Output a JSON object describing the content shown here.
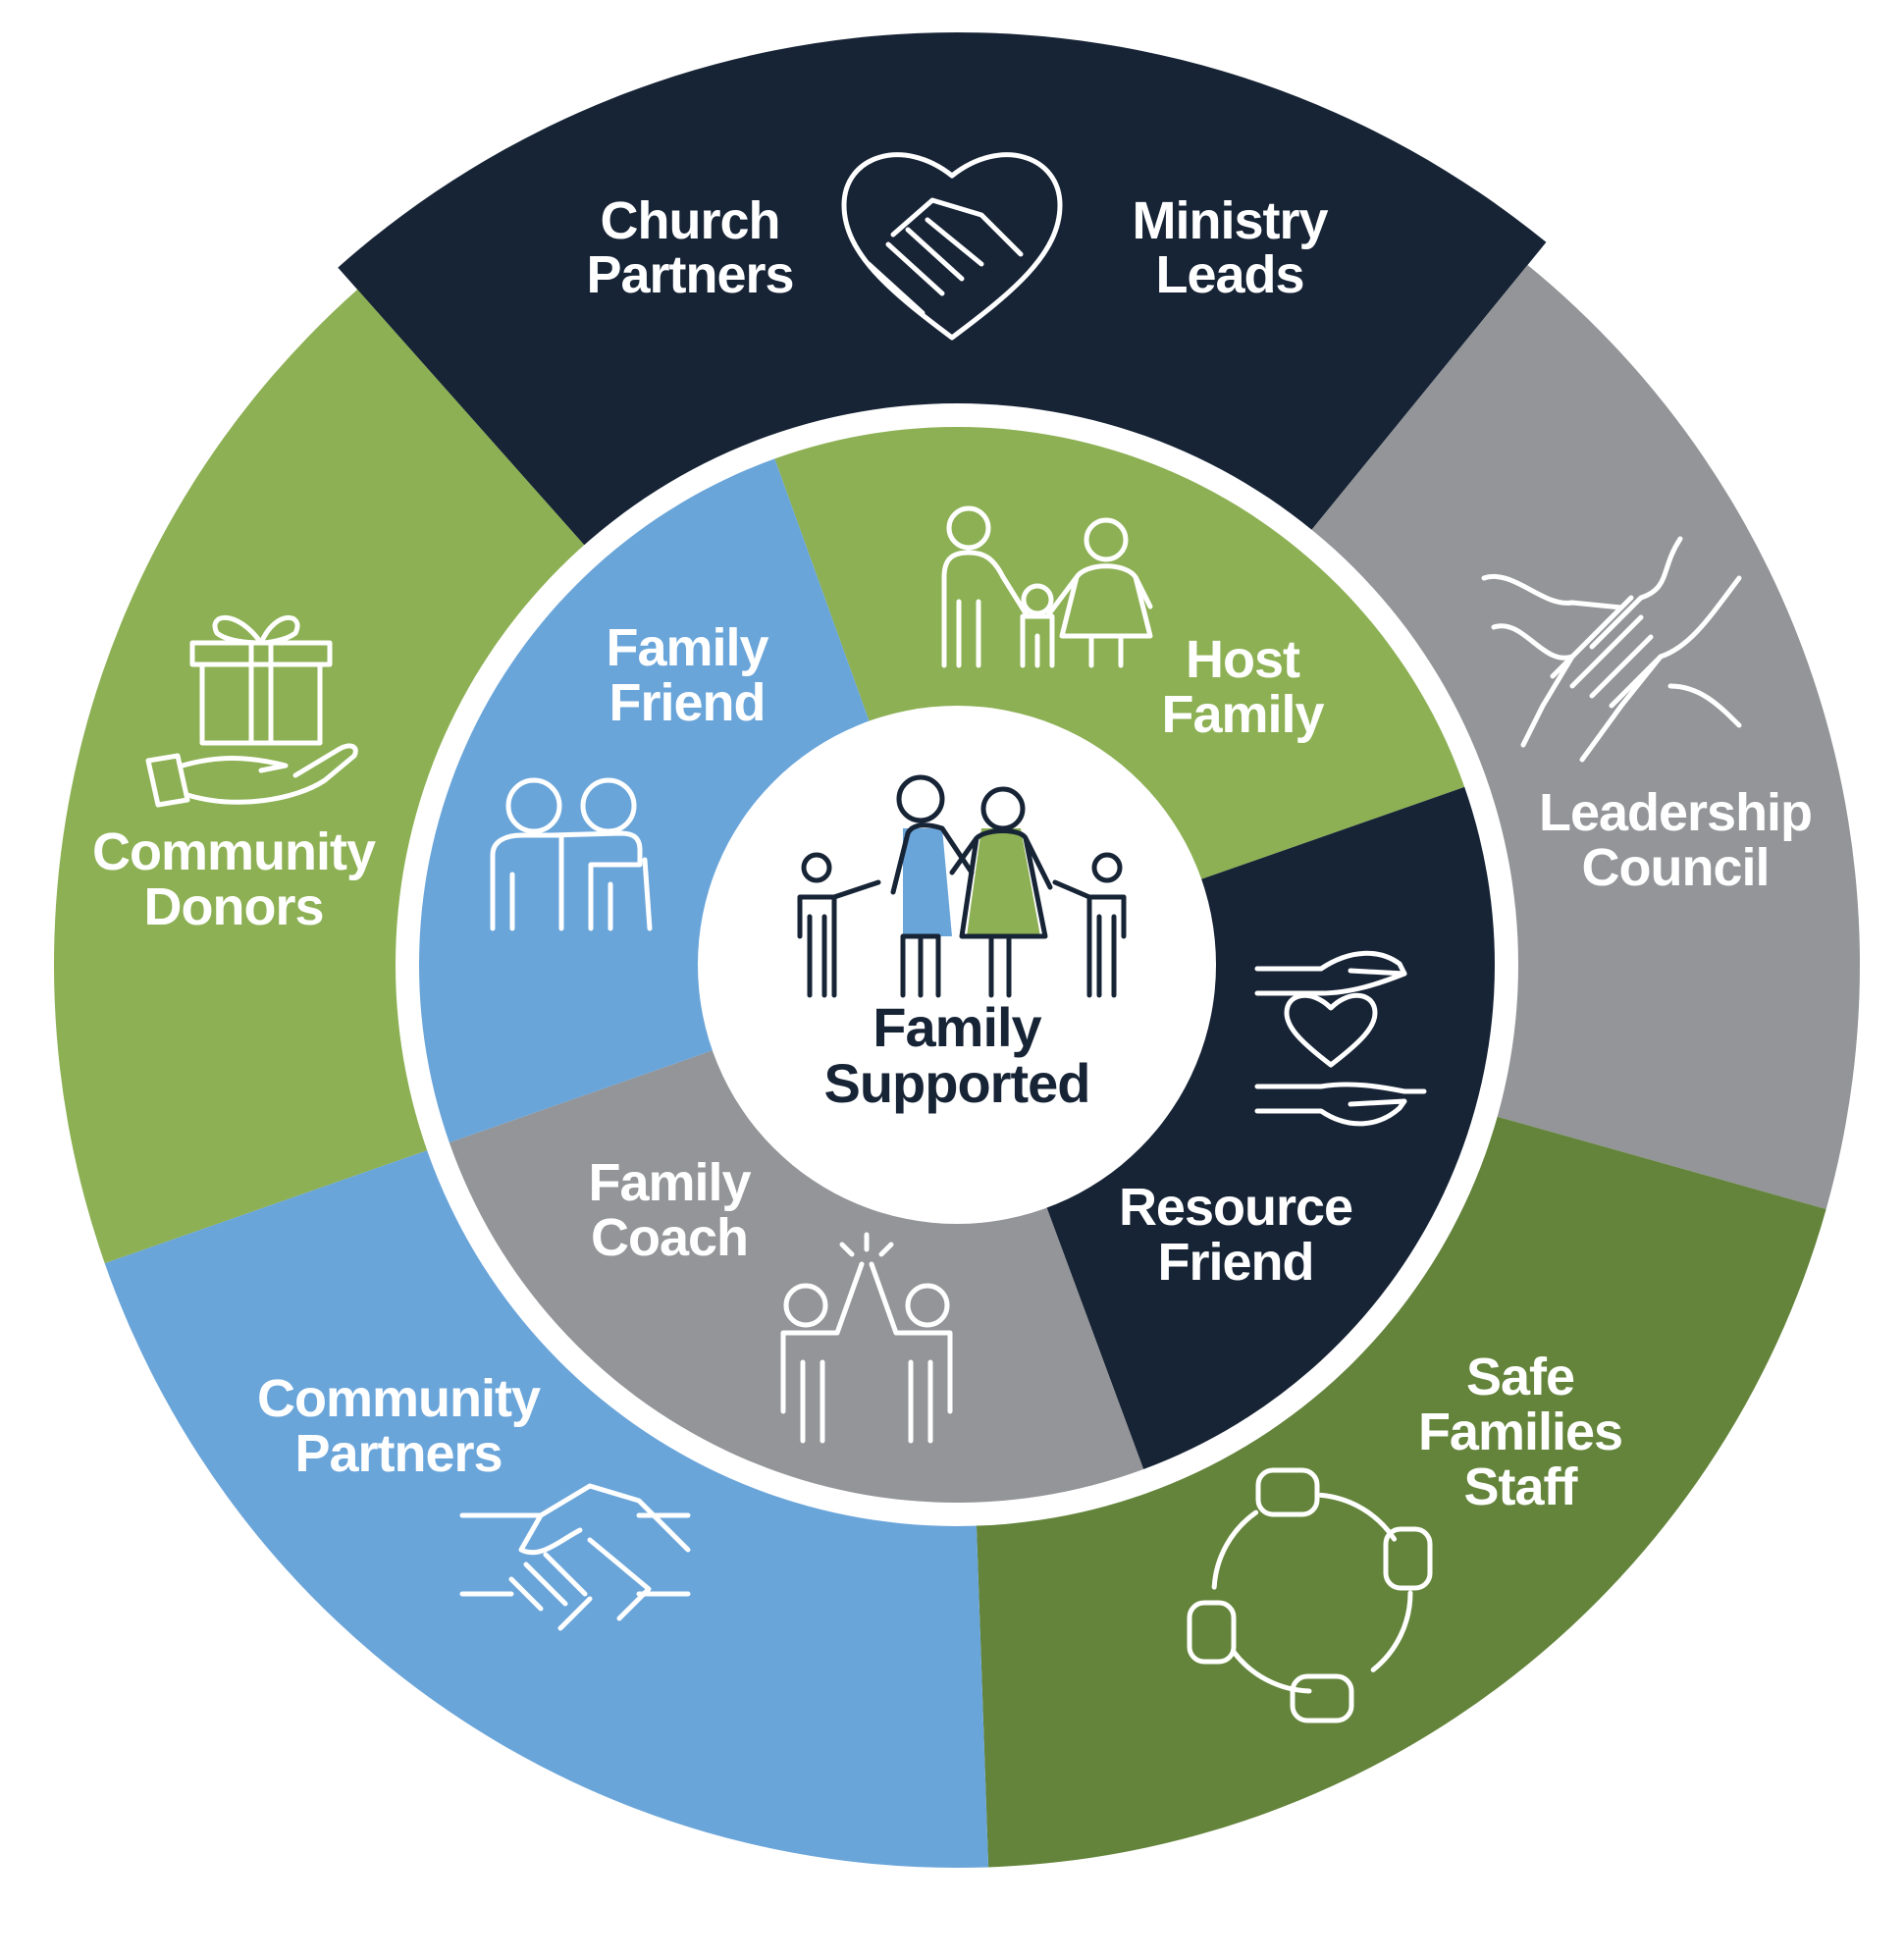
{
  "title": "Family Supported",
  "center": {
    "line1": "Family",
    "line2": "Supported",
    "icon": "family-icon"
  },
  "colors": {
    "navy": "#172436",
    "grey": "#939598",
    "green": "#8cb053",
    "dark_green": "#63843a",
    "blue": "#6aa5da",
    "white": "#ffffff"
  },
  "outer_ring": [
    {
      "line1": "Church",
      "line2": "Partners",
      "icon": "heart-handshake-icon"
    },
    {
      "line1": "Ministry",
      "line2": "Leads"
    },
    {
      "line1": "Leadership",
      "line2": "Council",
      "icon": "hands-together-icon"
    },
    {
      "line1": "Safe",
      "line2": "Families",
      "line3": "Staff",
      "icon": "circle-of-hands-icon"
    },
    {
      "line1": "Community",
      "line2": "Partners",
      "icon": "handshake-icon"
    },
    {
      "line1": "Community",
      "line2": "Donors",
      "icon": "gift-in-hand-icon"
    }
  ],
  "inner_ring": [
    {
      "line1": "Family",
      "line2": "Friend",
      "icon": "friends-icon"
    },
    {
      "line1": "Host",
      "line2": "Family",
      "icon": "parents-child-icon"
    },
    {
      "line1": "Resource",
      "line2": "Friend",
      "icon": "caring-hands-heart-icon"
    },
    {
      "line1": "Family",
      "line2": "Coach",
      "icon": "high-five-icon"
    }
  ]
}
